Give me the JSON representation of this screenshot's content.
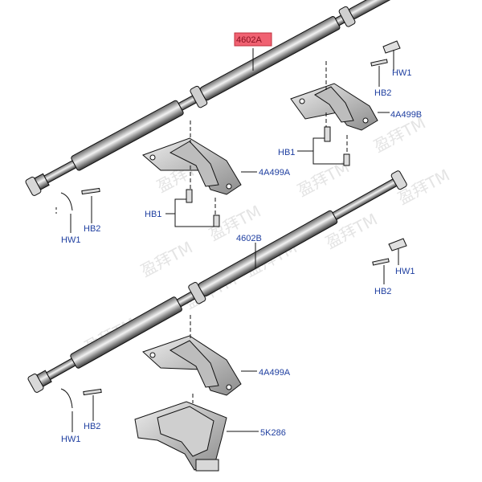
{
  "callouts": {
    "shaft_a": "4602A",
    "shaft_b": "4602B",
    "bracket_upper_rear": "4A499B",
    "bracket_upper_front": "4A499A",
    "bracket_lower": "4A499A",
    "shield": "5K286",
    "hw1_upper_rear": "HW1",
    "hb2_upper_rear": "HB2",
    "hb1_upper_rear": "HB1",
    "hb1_upper_front": "HB1",
    "hb2_upper_front": "HB2",
    "hw1_upper_front": "HW1",
    "hw1_lower_rear": "HW1",
    "hb2_lower_rear": "HB2",
    "hb2_lower_front": "HB2",
    "hw1_lower_front": "HW1"
  },
  "watermark": "盈拜TM",
  "colors": {
    "highlight_fill": "#f06272",
    "highlight_stroke": "#c0303e",
    "label_text": "#1f3fa0",
    "line": "#111111"
  }
}
